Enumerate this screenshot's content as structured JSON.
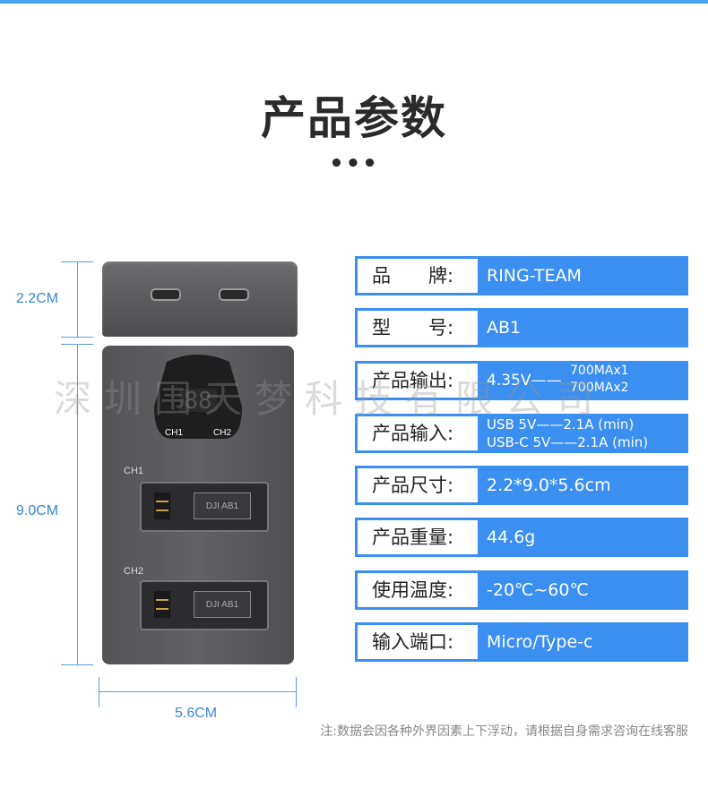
{
  "title": "产品参数",
  "dots": "•••",
  "dimensions": {
    "cap": "2.2CM",
    "height": "9.0CM",
    "width": "5.6CM"
  },
  "device": {
    "display_ch1": "CH1",
    "display_ch2": "CH2",
    "display_digits": "88",
    "slot1_label": "CH1",
    "slot2_label": "CH2",
    "battery_text": "DJI AB1"
  },
  "specs": [
    {
      "label": "品　　牌:",
      "value": "RING-TEAM"
    },
    {
      "label": "型　　号:",
      "value": "AB1"
    },
    {
      "label": "产品输出:",
      "value": "4.35V——",
      "extra": [
        "700MAx1",
        "700MAx2"
      ]
    },
    {
      "label": "产品输入:",
      "lines": [
        "USB 5V——2.1A (min)",
        "USB-C 5V——2.1A (min)"
      ]
    },
    {
      "label": "产品尺寸:",
      "value": "2.2*9.0*5.6cm"
    },
    {
      "label": "产品重量:",
      "value": "44.6g"
    },
    {
      "label": "使用温度:",
      "value": "-20℃~60℃"
    },
    {
      "label": "输入端口:",
      "value": "Micro/Type-c"
    }
  ],
  "watermark": "深圳围天梦科技有限公司",
  "note": "注:数据会因各种外界因素上下浮动，请根据自身需求咨询在线客服",
  "colors": {
    "accent": "#3a8ff0",
    "dimension": "#3e86d6"
  }
}
